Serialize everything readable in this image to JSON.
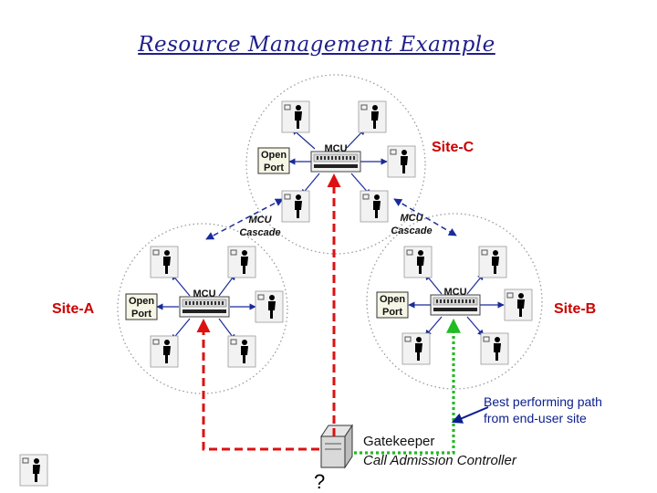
{
  "title": "Resource Management Example",
  "sites": {
    "a": "Site-A",
    "b": "Site-B",
    "c": "Site-C"
  },
  "mcu_label": "MCU",
  "open_port": [
    "Open",
    "Port"
  ],
  "cascade": [
    "MCU",
    "Cascade"
  ],
  "gatekeeper": "Gatekeeper",
  "cac": "Call Admission Controller",
  "best_path_note": [
    "Best performing path",
    "from end-user site"
  ],
  "question_mark": "?",
  "colors": {
    "title": "#1f1f8a",
    "site_label": "#cc0000",
    "red_path": "#dd1111",
    "green_path": "#22bb22",
    "arrows": "#1a2b9a",
    "note": "#0a1e8c"
  }
}
